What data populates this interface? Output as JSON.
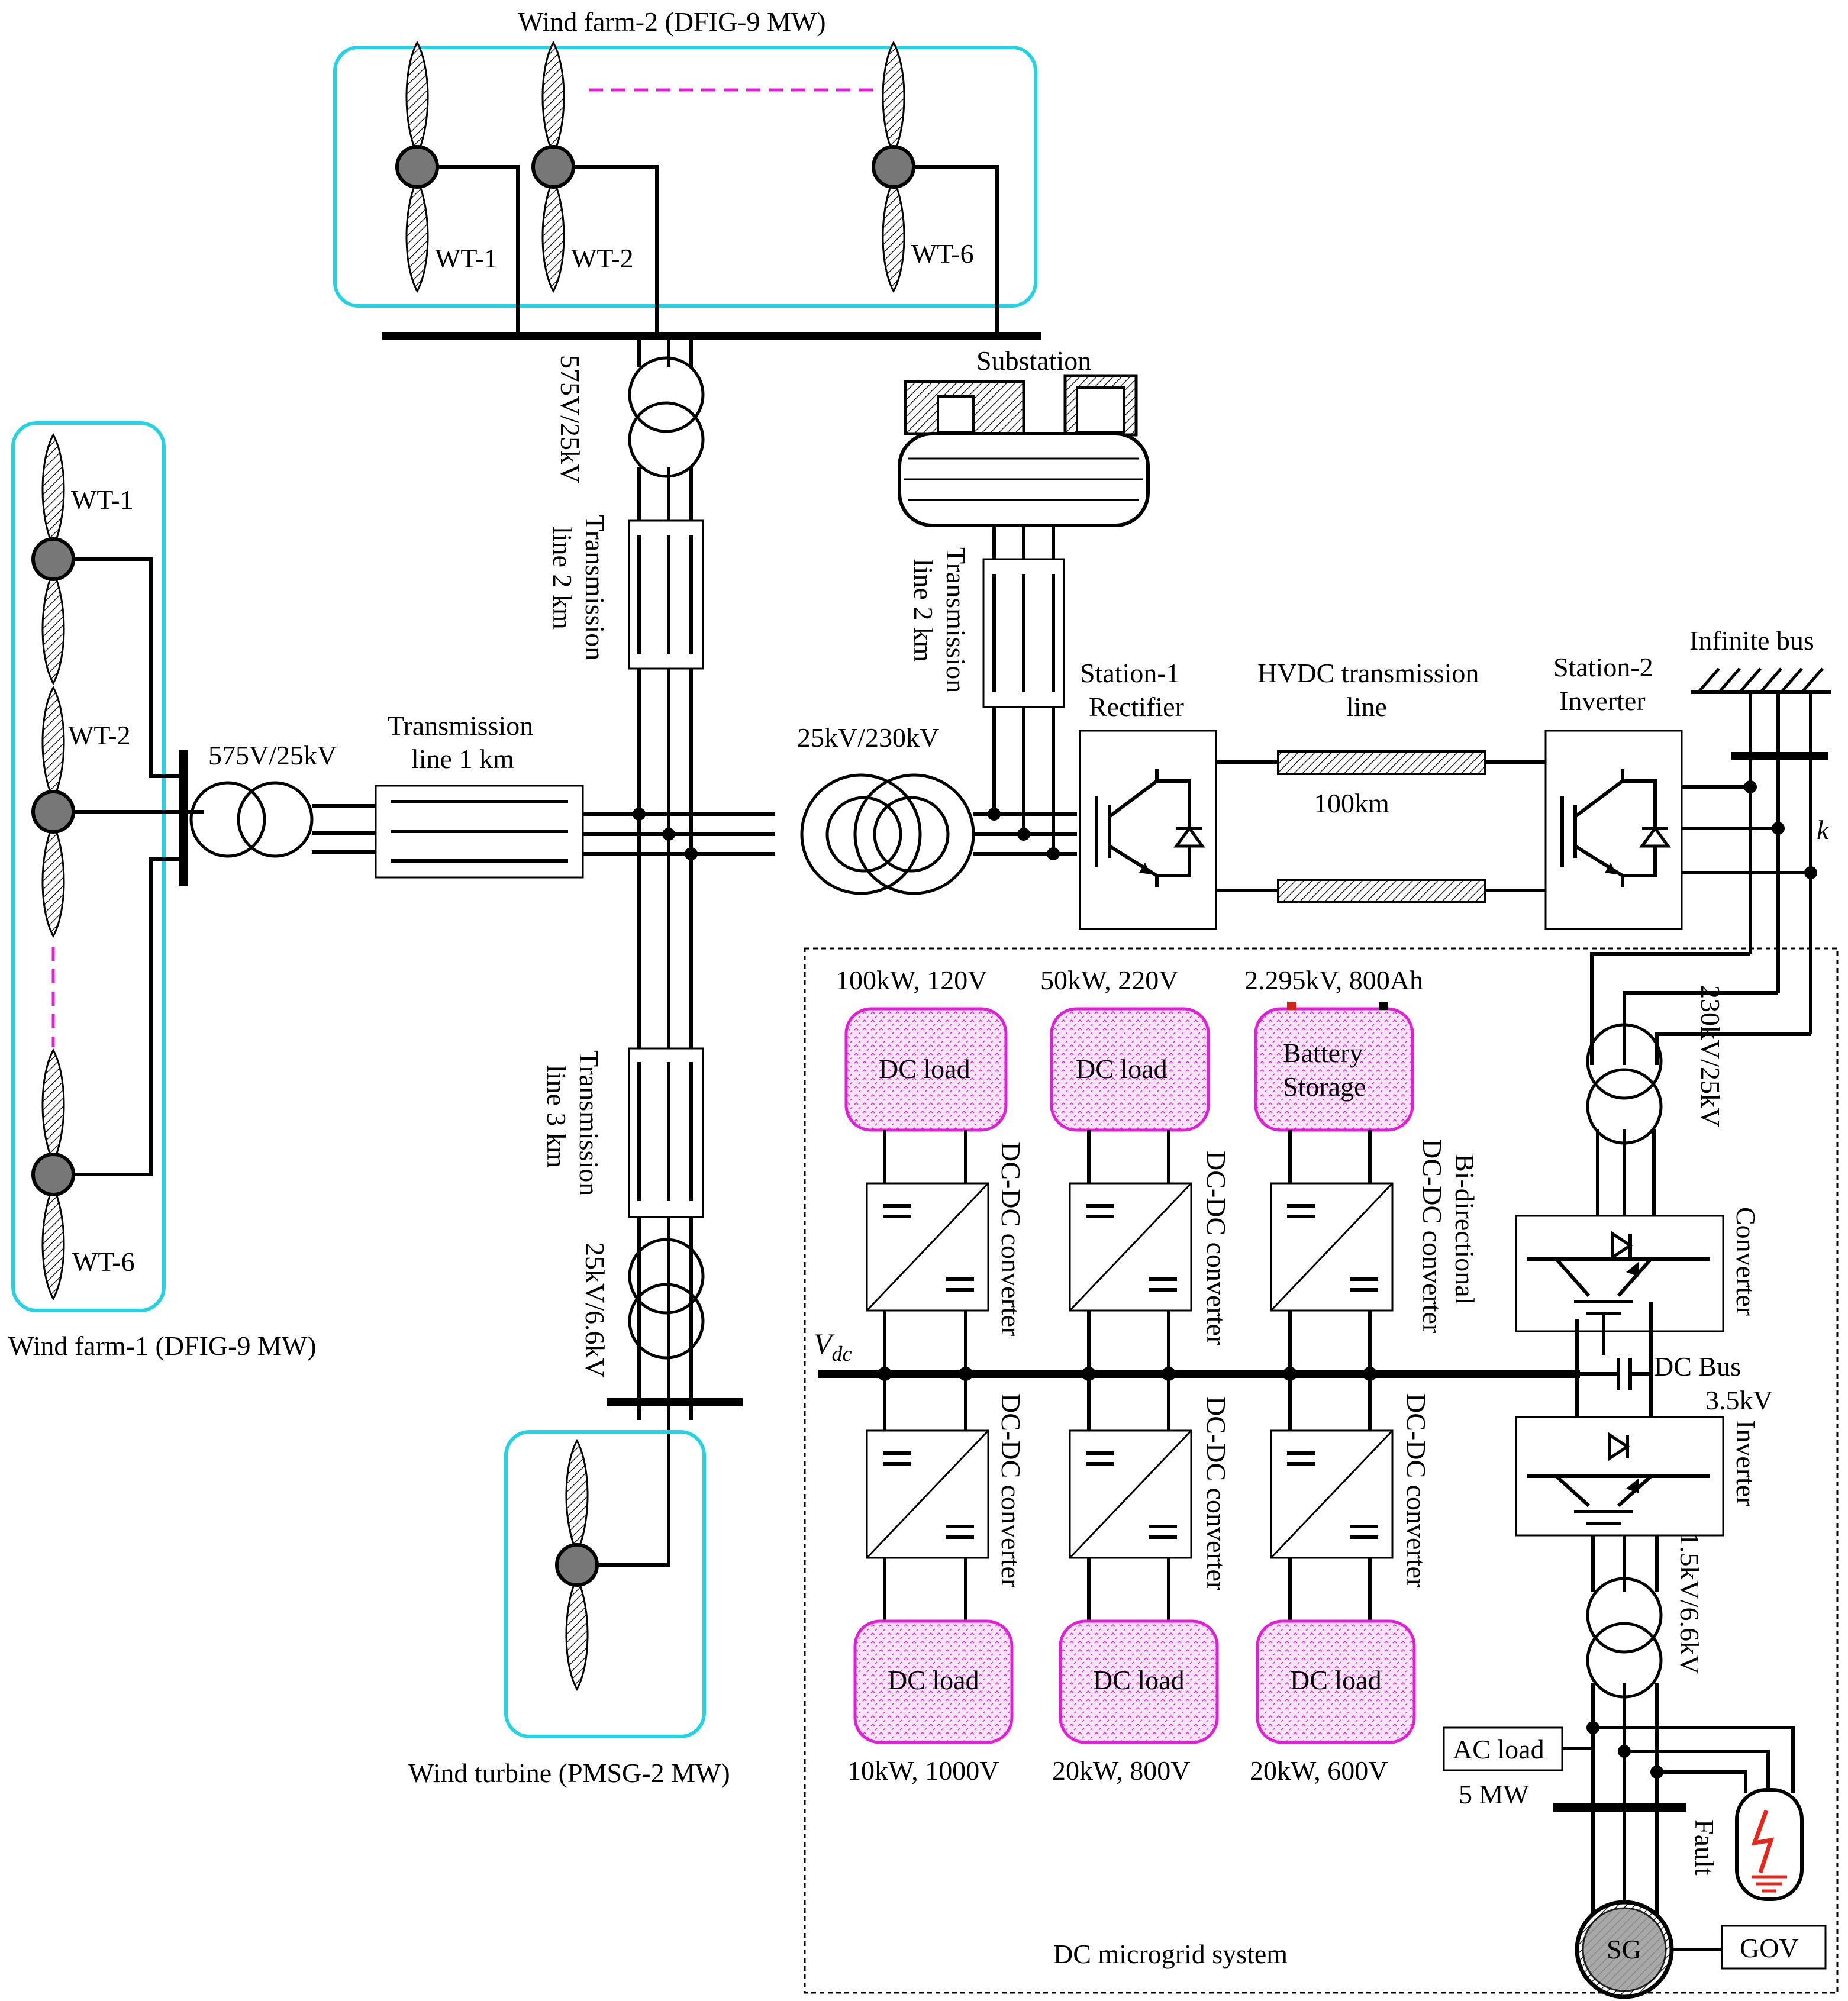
{
  "wind_farm_2": {
    "title": "Wind farm-2 (DFIG-9 MW)",
    "turbines": [
      "WT-1",
      "WT-2",
      "WT-6"
    ]
  },
  "wind_farm_1": {
    "title": "Wind farm-1 (DFIG-9 MW)",
    "turbines": [
      "WT-1",
      "WT-2",
      "WT-6"
    ]
  },
  "pmsg": {
    "title": "Wind turbine (PMSG-2 MW)"
  },
  "transformers": {
    "wf2": "575V/25kV",
    "wf1": "575V/25kV",
    "pmsg": "25kV/6.6kV",
    "main": "25kV/230kV",
    "grid": "230kV/25kV",
    "sg": "1.5kV/6.6kV"
  },
  "lines": {
    "tl_wf2": [
      "Transmission",
      "line 2 km"
    ],
    "tl_wf1": [
      "Transmission",
      "line 1 km"
    ],
    "tl_pmsg": [
      "Transmission",
      "line 3 km"
    ],
    "tl_sub": [
      "Transmission",
      "line 2 km"
    ]
  },
  "substation": "Substation",
  "hvdc": {
    "rectifier": [
      "Station-1",
      "Rectifier"
    ],
    "line": [
      "HVDC transmission",
      "line"
    ],
    "length": "100km",
    "inverter": [
      "Station-2",
      "Inverter"
    ],
    "infinite_bus": "Infinite bus",
    "k": "k"
  },
  "microgrid": {
    "title": "DC microgrid system",
    "vdc": "V",
    "vdc_sub": "dc",
    "top_ratings": [
      "100kW, 120V",
      "50kW, 220V",
      "2.295kV, 800Ah"
    ],
    "top_loads": [
      "DC load",
      "DC load"
    ],
    "battery": [
      "Battery",
      "Storage"
    ],
    "converter_label": "DC-DC converter",
    "bidir_label": [
      "Bi-directional",
      "DC-DC converter"
    ],
    "bottom_loads": [
      "DC load",
      "DC load",
      "DC load"
    ],
    "bottom_ratings": [
      "10kW, 1000V",
      "20kW, 800V",
      "20kW, 600V"
    ]
  },
  "sg_side": {
    "converter": "Converter",
    "dc_bus": [
      "DC Bus",
      "3.5kV"
    ],
    "inverter": "Inverter",
    "ac_load": "AC load",
    "ac_load_rating": "5 MW",
    "fault": "Fault",
    "sg": "SG",
    "gov": "GOV"
  }
}
